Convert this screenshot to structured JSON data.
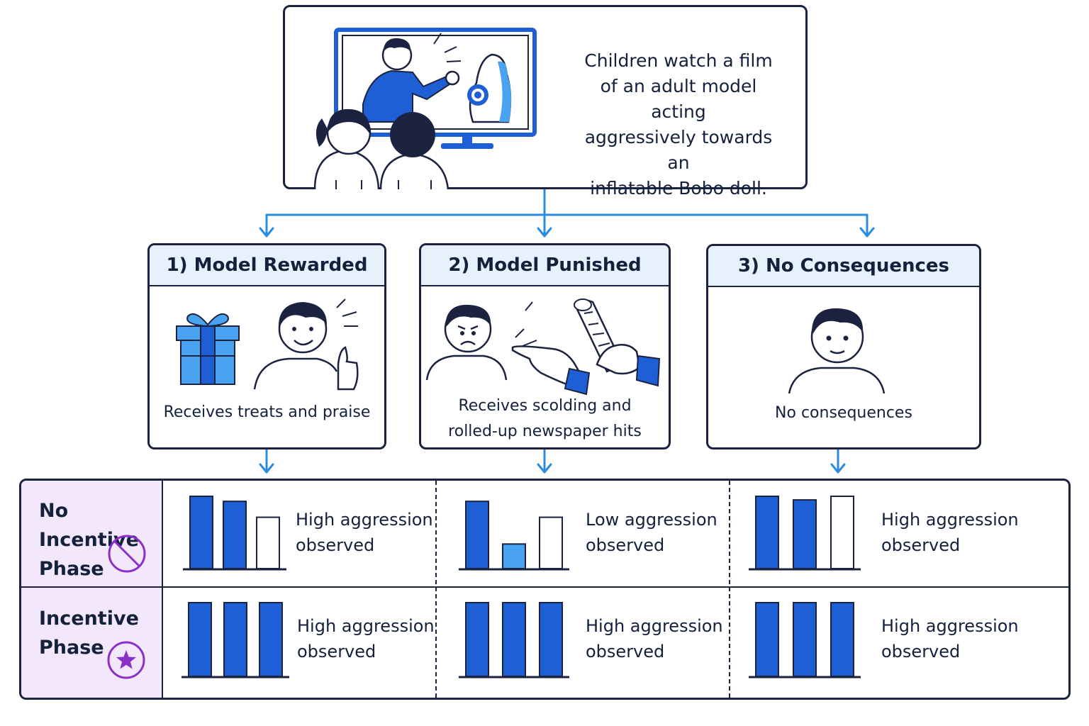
{
  "setup": {
    "text": "Children watch a film\nof an adult model acting\naggressively towards an\ninflatable Bobo doll.",
    "illustration": "children-watching-tv-icon"
  },
  "conditions": [
    {
      "title": "1) Model Rewarded",
      "caption": "Receives treats and praise",
      "icons": [
        "gift-icon",
        "thumbs-up-person-icon"
      ]
    },
    {
      "title": "2) Model Punished",
      "caption": "Receives scolding and\nrolled-up newspaper hits",
      "icons": [
        "angry-person-icon",
        "pointing-hand-icon",
        "newspaper-icon"
      ]
    },
    {
      "title": "3) No Consequences",
      "caption": "No consequences",
      "icons": [
        "neutral-person-icon"
      ]
    }
  ],
  "phases": [
    {
      "label": "No Incentive\nPhase",
      "icon": "prohibited-icon",
      "icon_color": "#8b2fc9"
    },
    {
      "label": "Incentive\nPhase",
      "icon": "star-badge-icon",
      "icon_color": "#8b2fc9"
    }
  ],
  "results": [
    [
      {
        "text": "High aggression\nobserved",
        "bars": [
          {
            "level": 1.0,
            "style": "dark"
          },
          {
            "level": 0.93,
            "style": "dark"
          },
          {
            "level": 0.71,
            "style": "empty"
          }
        ]
      },
      {
        "text": "Low aggression\nobserved",
        "bars": [
          {
            "level": 0.93,
            "style": "dark"
          },
          {
            "level": 0.34,
            "style": "light"
          },
          {
            "level": 0.71,
            "style": "empty"
          }
        ]
      },
      {
        "text": "High aggression\nobserved",
        "bars": [
          {
            "level": 1.0,
            "style": "dark"
          },
          {
            "level": 0.95,
            "style": "dark"
          },
          {
            "level": 1.0,
            "style": "empty"
          }
        ]
      }
    ],
    [
      {
        "text": "High aggression\nobserved",
        "bars": [
          {
            "level": 1.0,
            "style": "dark"
          },
          {
            "level": 1.0,
            "style": "dark"
          },
          {
            "level": 1.0,
            "style": "dark"
          }
        ]
      },
      {
        "text": "High aggression\nobserved",
        "bars": [
          {
            "level": 1.0,
            "style": "dark"
          },
          {
            "level": 1.0,
            "style": "dark"
          },
          {
            "level": 1.0,
            "style": "dark"
          }
        ]
      },
      {
        "text": "High aggression\nobserved",
        "bars": [
          {
            "level": 1.0,
            "style": "dark"
          },
          {
            "level": 1.0,
            "style": "dark"
          },
          {
            "level": 1.0,
            "style": "dark"
          }
        ]
      }
    ]
  ],
  "colors": {
    "outline": "#1b2340",
    "flow_arrow": "#2b8be0",
    "bar_dark": "#1f5fd6",
    "bar_light": "#4aa3f0",
    "header_fill": "#e6f1fc",
    "phase_fill": "#f3e8fb"
  }
}
